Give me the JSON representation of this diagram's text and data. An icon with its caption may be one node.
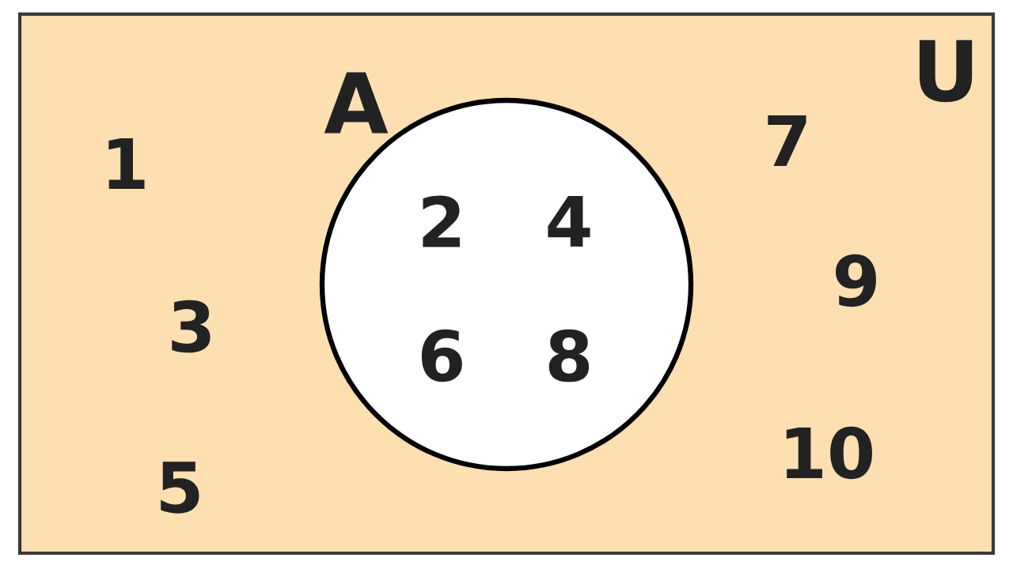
{
  "diagram": {
    "nodes": [
      {
        "text": [
          "U"
        ]
      },
      {
        "text": [
          "A"
        ],
        "in": 0
      }
    ],
    "labels": [
      "7",
      "1",
      "2",
      "4",
      "9",
      "3",
      "6",
      "8",
      "10",
      "5"
    ]
  }
}
